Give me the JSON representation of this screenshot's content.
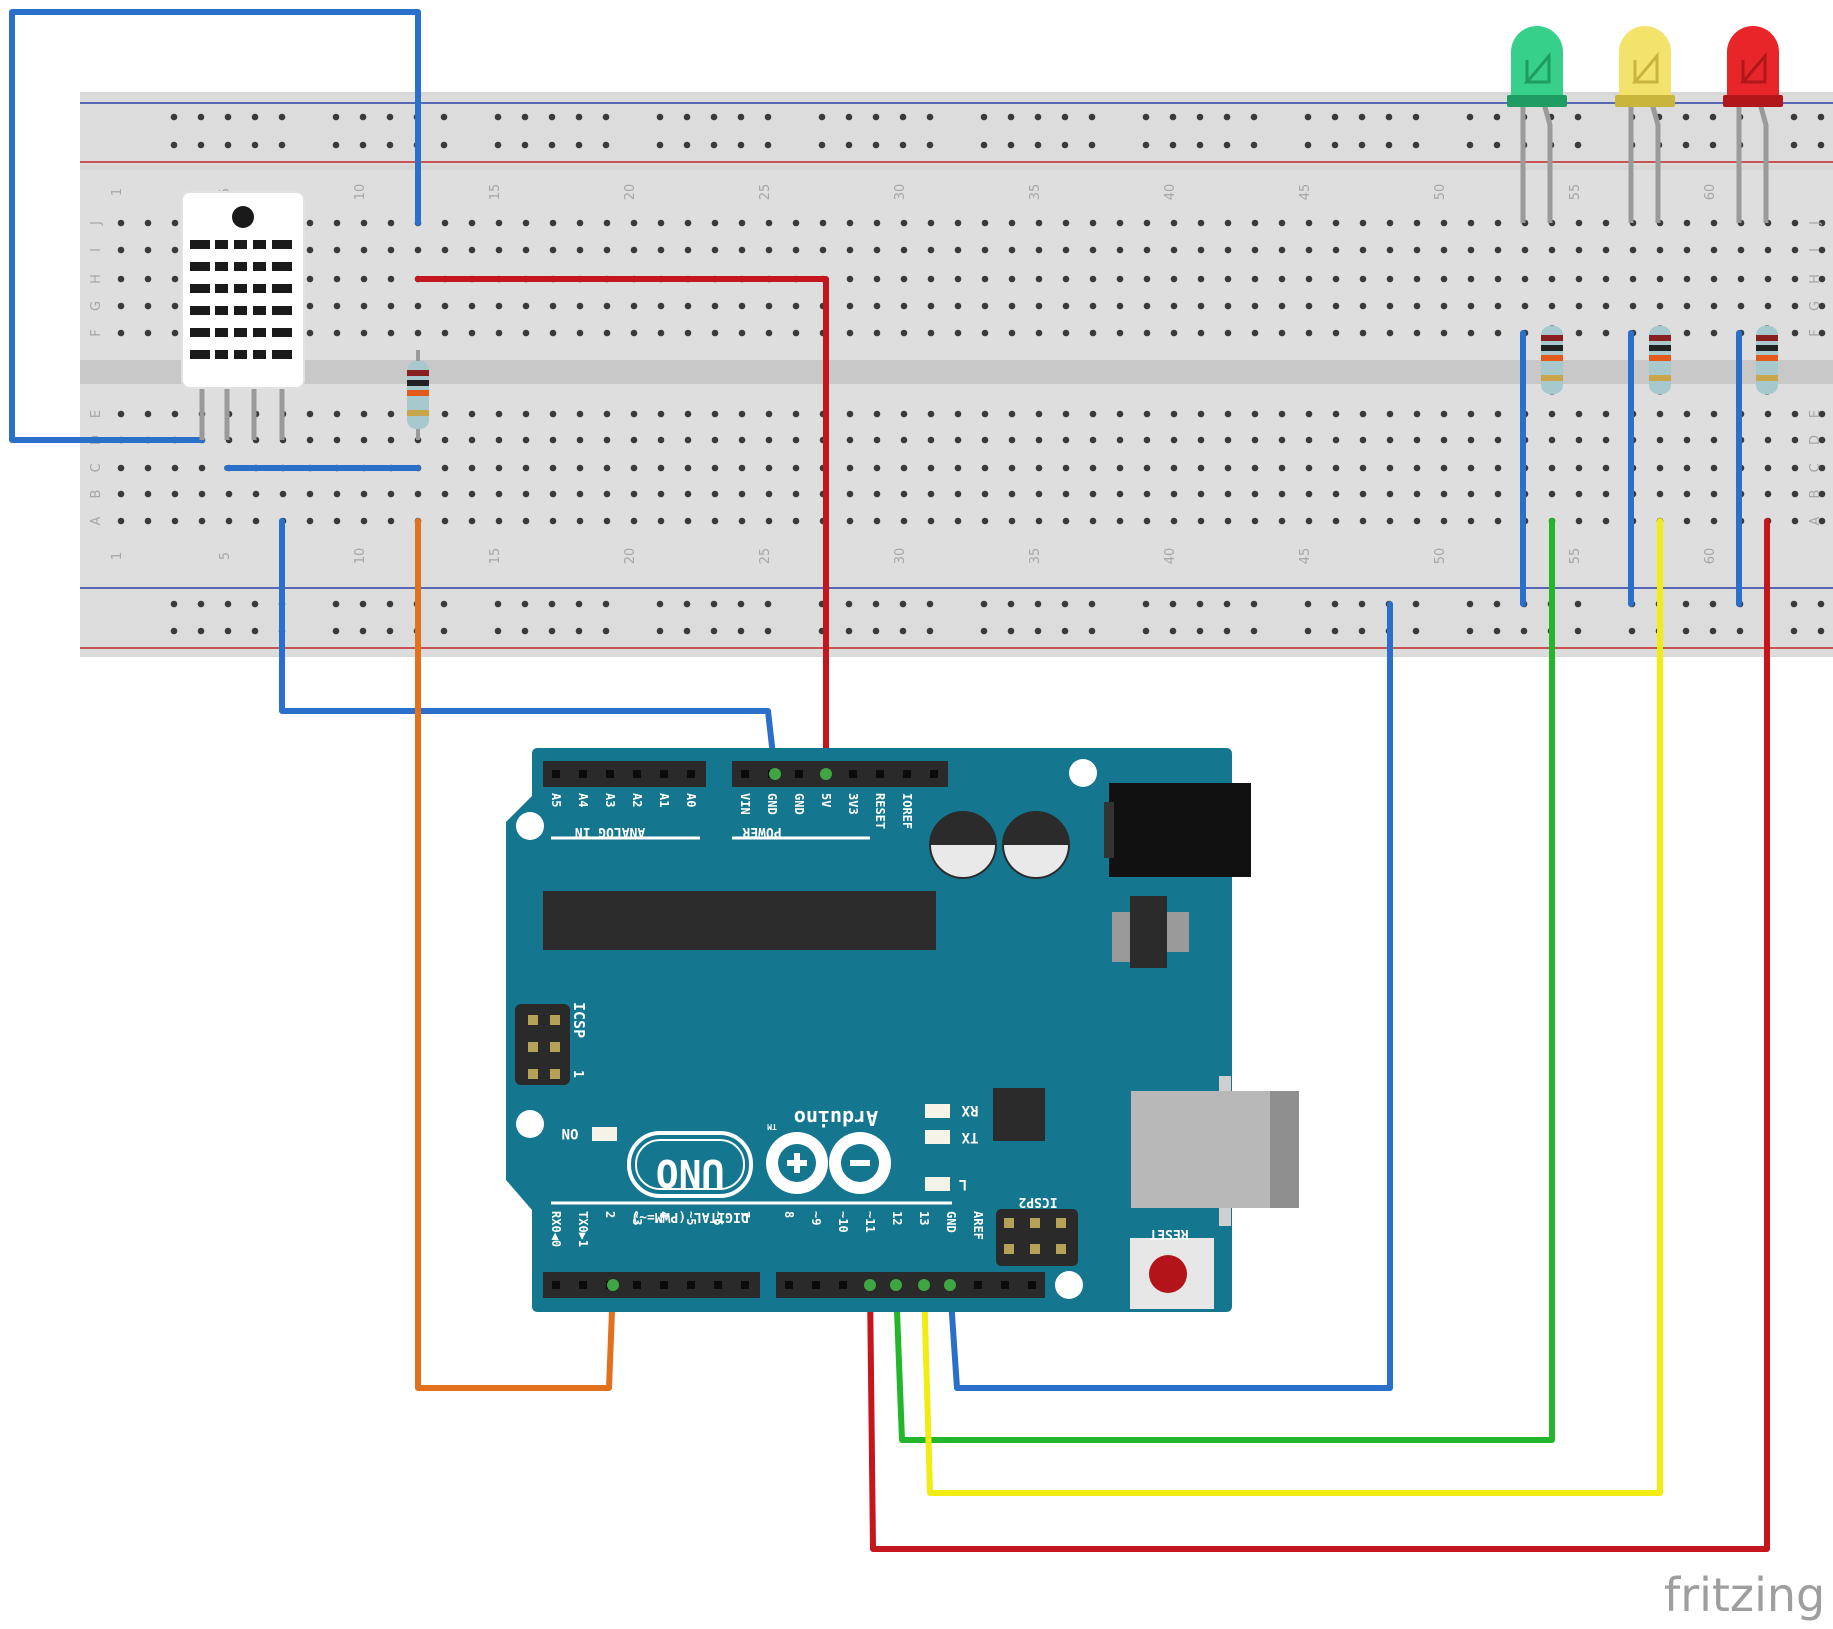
{
  "breadboard": {
    "column_numbers": [
      "1",
      "5",
      "10",
      "15",
      "20",
      "25",
      "30",
      "35",
      "40",
      "45",
      "50",
      "55",
      "60"
    ],
    "top_row_letters": [
      "J",
      "I",
      "H",
      "G",
      "F"
    ],
    "bottom_row_letters": [
      "E",
      "D",
      "C",
      "B",
      "A"
    ]
  },
  "sensor": {
    "label": ""
  },
  "arduino": {
    "analog_pins": [
      "A5",
      "A4",
      "A3",
      "A2",
      "A1",
      "A0"
    ],
    "analog_group_label": "ANALOG IN",
    "power_pins": [
      "VIN",
      "GND",
      "GND",
      "5V",
      "3V3",
      "RESET",
      "IOREF"
    ],
    "power_group_label": "POWER",
    "digital_pins_left": [
      "RX0◀0",
      "TX0▶1",
      "2",
      "~3",
      "4",
      "~5",
      "~6",
      "7"
    ],
    "digital_pins_right": [
      "8",
      "~9",
      "~10",
      "~11",
      "12",
      "13",
      "GND",
      "AREF"
    ],
    "digital_group_label": "DIGITAL (PWM=~)",
    "brand": "Arduino",
    "trademark": "TM",
    "model": "UNO",
    "icsp_label": "ICSP",
    "icsp2_label": "ICSP2",
    "icsp_pin1": "1",
    "reset_label": "RESET",
    "led_rx": "RX",
    "led_tx": "TX",
    "led_l": "L",
    "led_on": "ON"
  },
  "leds": [
    {
      "color_name": "green",
      "fill": "#37d08a",
      "dark": "#1e9c61"
    },
    {
      "color_name": "yellow",
      "fill": "#f4e36b",
      "dark": "#c9b53c"
    },
    {
      "color_name": "red",
      "fill": "#e8262a",
      "dark": "#b01719"
    }
  ],
  "wire_colors": {
    "blue": "#2a6fc9",
    "red": "#c4161c",
    "orange": "#e2711d",
    "green": "#24b62a",
    "yellow": "#f2ec13"
  },
  "brand_mark": "fritzing"
}
